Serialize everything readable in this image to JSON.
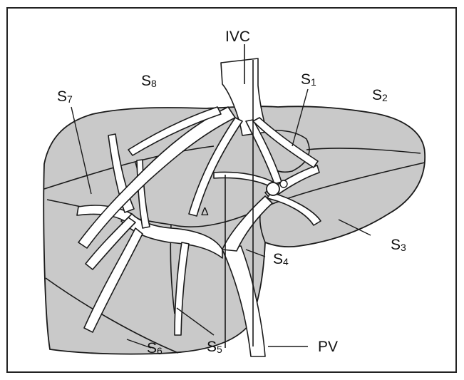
{
  "figure": {
    "labels": {
      "ivc": "IVC",
      "pv": "PV",
      "triangle": "Δ",
      "segments": [
        {
          "id": "s1",
          "letter": "S",
          "num": "1"
        },
        {
          "id": "s2",
          "letter": "S",
          "num": "2"
        },
        {
          "id": "s3",
          "letter": "S",
          "num": "3"
        },
        {
          "id": "s4",
          "letter": "S",
          "num": "4"
        },
        {
          "id": "s5",
          "letter": "S",
          "num": "5"
        },
        {
          "id": "s6",
          "letter": "S",
          "num": "6"
        },
        {
          "id": "s7",
          "letter": "S",
          "num": "7"
        },
        {
          "id": "s8",
          "letter": "S",
          "num": "8"
        }
      ]
    },
    "colors": {
      "liver_fill": "#c9c9c9",
      "vessel_fill": "#ffffff",
      "stroke": "#1a1a1a",
      "frame": "#222222"
    }
  }
}
